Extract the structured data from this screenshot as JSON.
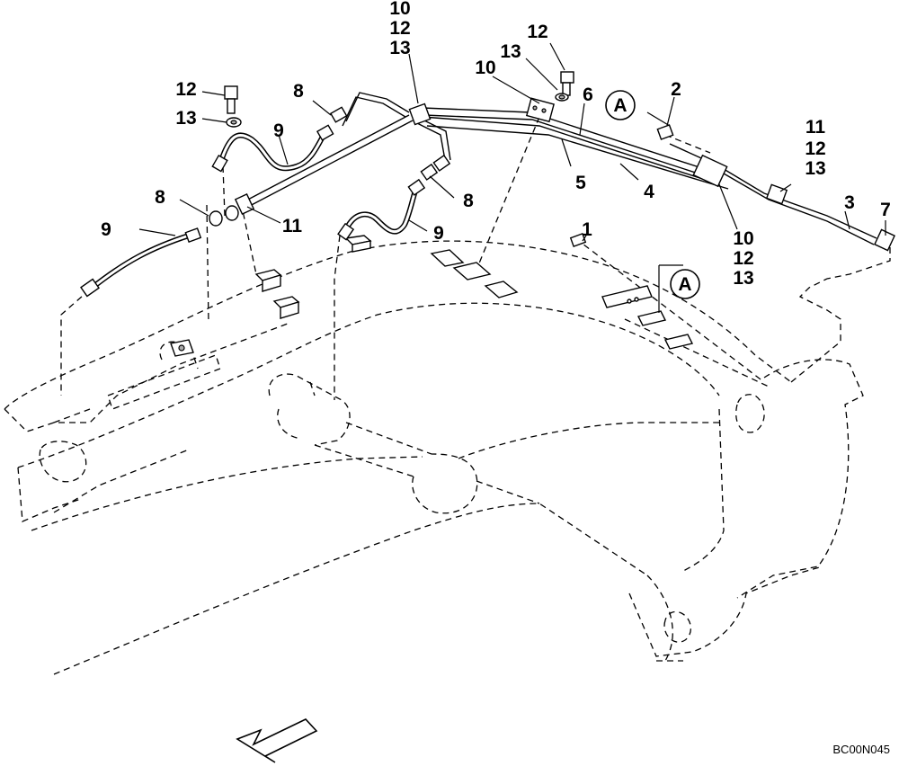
{
  "diagram": {
    "callouts": [
      "10",
      "12",
      "13",
      "12",
      "13",
      "10",
      "6",
      "2",
      "12",
      "13",
      "8",
      "9",
      "5",
      "4",
      "11",
      "12",
      "13",
      "8",
      "11",
      "8",
      "9",
      "9",
      "1",
      "10",
      "12",
      "13",
      "3",
      "7"
    ],
    "detail_marks": [
      "A",
      "A"
    ],
    "reference_code": "BC00N045"
  },
  "icons": {
    "front_arrow": "direction-arrow-icon"
  }
}
